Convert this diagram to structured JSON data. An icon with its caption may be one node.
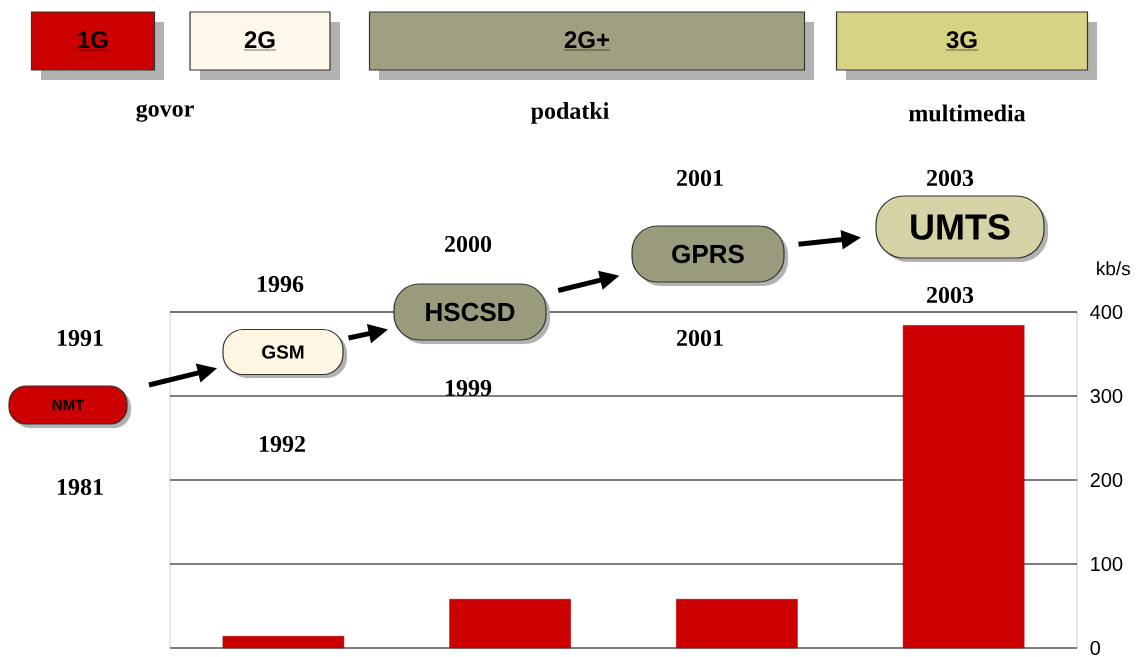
{
  "diagram": {
    "nodes": [
      {
        "text": [
          "1G"
        ]
      },
      {
        "text": [
          "2G"
        ]
      },
      {
        "text": [
          "2G+"
        ]
      },
      {
        "text": [
          "3G"
        ]
      },
      {
        "text": [
          "NMT"
        ],
        "beside": [
          "1991",
          "1981"
        ]
      },
      {
        "text": [
          "GSM"
        ],
        "beside": [
          "1996",
          "1992"
        ]
      },
      {
        "text": [
          "HSCSD"
        ],
        "beside": [
          "2000",
          "1999"
        ]
      },
      {
        "text": [
          "GPRS"
        ],
        "beside": [
          "2001",
          "2001"
        ]
      },
      {
        "text": [
          "UMTS"
        ],
        "beside": [
          "2003",
          "2003"
        ]
      }
    ],
    "edges": [
      {
        "from": 4,
        "to": 5,
        "arrow": "to"
      },
      {
        "from": 5,
        "to": 6,
        "arrow": "to"
      },
      {
        "from": 6,
        "to": 7,
        "arrow": "to"
      },
      {
        "from": 7,
        "to": 8,
        "arrow": "to"
      }
    ],
    "labels": [
      "govor",
      "podatki",
      "multimedia"
    ],
    "chart_data": {
      "type": "bar",
      "ylabel": "kb/s",
      "values": [
        14,
        58,
        58,
        384
      ],
      "grid": true,
      "ylim": [
        0,
        400
      ],
      "yticks": [
        0,
        100,
        200,
        300,
        400
      ]
    }
  }
}
